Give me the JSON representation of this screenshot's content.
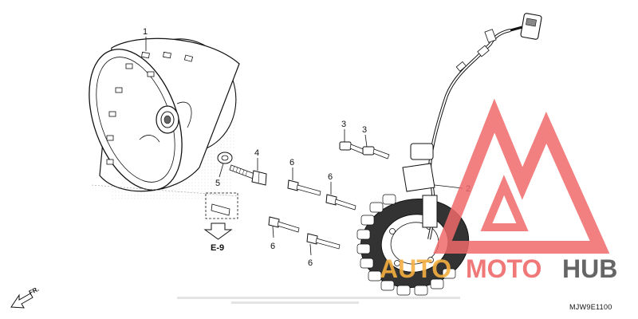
{
  "callouts": {
    "flywheel": "1",
    "stator": "2",
    "bolt_top_left": "3",
    "bolt_top_right": "3",
    "flywheel_bolt": "4",
    "washer": "5",
    "stator_bolt_a": "6",
    "stator_bolt_b": "6",
    "stator_bolt_c": "6",
    "stator_bolt_d": "6"
  },
  "reference": {
    "label": "E-9"
  },
  "direction": {
    "label": "FR."
  },
  "diagram_code": "MJW9E1100",
  "watermark": {
    "part1": "AUTO",
    "part2": "MOTO",
    "part3": "HUB"
  },
  "colors": {
    "watermark_red": "#f06a6a",
    "watermark_orange": "#f5b041",
    "watermark_gray": "#555555"
  }
}
